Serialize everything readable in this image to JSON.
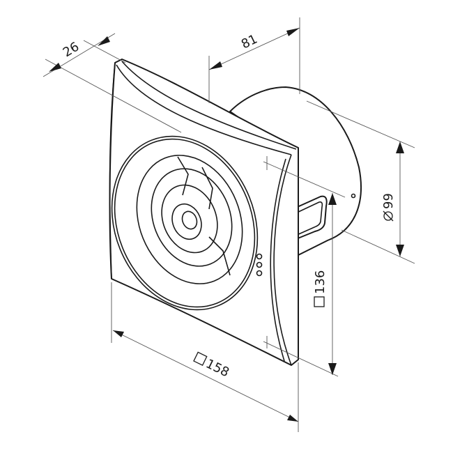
{
  "diagram": {
    "subject": "Wall-mounted axial exhaust fan, isometric dimension drawing",
    "stroke_color": "#1a1a1a",
    "background": "#ffffff"
  },
  "dimensions": {
    "depth_front": {
      "label": "26",
      "meaning": "front panel thickness"
    },
    "depth_total": {
      "label": "81",
      "meaning": "spigot depth"
    },
    "spigot_diameter": {
      "label": "99",
      "prefix_symbol": "diameter"
    },
    "inner_square": {
      "label": "136",
      "prefix_symbol": "square"
    },
    "outer_square": {
      "label": "158",
      "prefix_symbol": "square"
    }
  },
  "indicators": {
    "led_count": 3
  }
}
